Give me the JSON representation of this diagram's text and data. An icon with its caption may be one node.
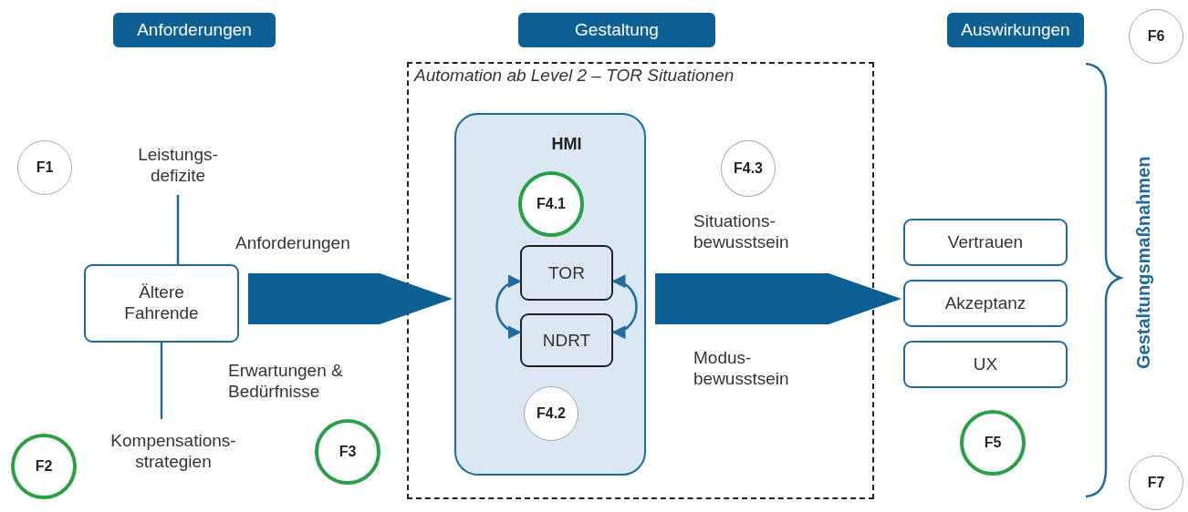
{
  "diagram": {
    "nodes": [
      {
        "text": [
          "Anforderungen"
        ]
      },
      {
        "text": [
          "Gestaltung"
        ]
      },
      {
        "text": [
          "Auswirkungen"
        ]
      },
      {
        "text": [
          "F1"
        ]
      },
      {
        "text": [
          "Leistungs- defizite"
        ]
      },
      {
        "text": [
          "Ältere Fahrende"
        ]
      },
      {
        "text": [
          "Kompensations- strategien"
        ]
      },
      {
        "text": [
          "F2"
        ]
      },
      {
        "text": [
          "Automation ab Level 2 – TOR Situationen"
        ]
      },
      {
        "text": [
          "HMI"
        ],
        "in": 8
      },
      {
        "text": [
          "F4.1"
        ],
        "in": 9
      },
      {
        "text": [
          "TOR"
        ],
        "in": 9
      },
      {
        "text": [
          "NDRT"
        ],
        "in": 9
      },
      {
        "text": [
          "F4.2"
        ],
        "in": 9
      },
      {
        "text": [
          "F4.3"
        ],
        "in": 8
      },
      {
        "text": [
          "F3"
        ]
      },
      {
        "text": [
          "Vertrauen"
        ]
      },
      {
        "text": [
          "Akzeptanz"
        ]
      },
      {
        "text": [
          "UX"
        ]
      },
      {
        "text": [
          "F5"
        ]
      },
      {
        "text": [
          "F6"
        ]
      },
      {
        "text": [
          "F7"
        ]
      }
    ],
    "edges": [
      {
        "from": 4,
        "to": 5,
        "arrow": "none"
      },
      {
        "from": 5,
        "to": 6,
        "arrow": "none"
      },
      {
        "from": 5,
        "to": 9,
        "arrow": "to",
        "style": "thick"
      },
      {
        "from": 9,
        "to": 17,
        "arrow": "to",
        "style": "thick"
      },
      {
        "from": 11,
        "to": 12,
        "arrow": "both"
      },
      {
        "from": 11,
        "to": 12,
        "arrow": "both"
      }
    ],
    "labels": [
      "Anforderungen",
      "Erwartungen & Bedürfnisse",
      "Situations- bewusstsein",
      "Modus- bewusstsein",
      "Gestaltungsmaßnahmen"
    ]
  }
}
